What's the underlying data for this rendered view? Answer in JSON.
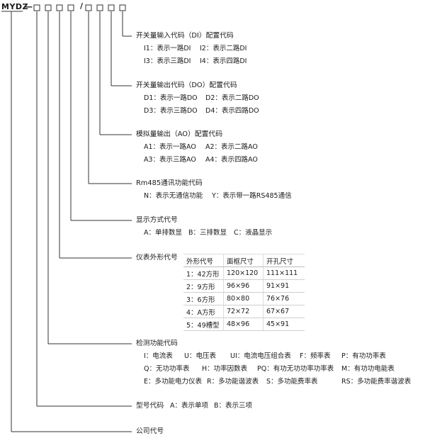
{
  "header": {
    "model": "MYDZ",
    "dash": "—",
    "slash": "/"
  },
  "sections": {
    "di": {
      "title": "开关量输入代码（DI）配置代码",
      "opts": [
        "I1：表示一路DI",
        "I2：表示二路DI",
        "I3：表示三路DI",
        "I4：表示四路DI"
      ]
    },
    "do": {
      "title": "开关量输出代码（DO）配置代码",
      "opts": [
        "D1：表示一路DO",
        "D2：表示二路DO",
        "D3：表示三路DO",
        "D4：表示四路DO"
      ]
    },
    "ao": {
      "title": "模拟量输出（AO）配置代码",
      "opts": [
        "A1：表示一路AO",
        "A2：表示二路AO",
        "A3：表示三路AO",
        "A4：表示四路AO"
      ]
    },
    "rm": {
      "title": "Rm485通讯功能代码",
      "opts": [
        "N：表示无通信功能",
        "Y：表示带一路RS485通信"
      ]
    },
    "disp": {
      "title": "显示方式代号",
      "opts": [
        "A：单排数显",
        "B：三排数显",
        "C：液晶显示"
      ]
    },
    "shape": {
      "title": "仪表外形代号",
      "headers": [
        "外形代号",
        "面框尺寸",
        "开孔尺寸"
      ],
      "rows": [
        [
          "1：42方形",
          "120×120",
          "111×111"
        ],
        [
          "2：9方形",
          "96×96",
          "91×91"
        ],
        [
          "3：6方形",
          "80×80",
          "76×76"
        ],
        [
          "4：A方形",
          "72×72",
          "67×67"
        ],
        [
          "5：49槽型",
          "48×96",
          "45×91"
        ]
      ]
    },
    "func": {
      "title": "检测功能代码",
      "opts": [
        [
          "I：电流表",
          "U：电压表",
          "UI：电流电压组合表",
          "F：频率表",
          "P：有功功率表"
        ],
        [
          "Q：无功功率表",
          "H：功率因数表",
          "PQ：有功无功功率功率表",
          "M：有功功电能表"
        ],
        [
          "E：多功能电力仪表",
          "R：多功能谐波表",
          "S：多功能费率表",
          "RS：多功能费率谐波表"
        ]
      ]
    },
    "type": {
      "title": "型号代码",
      "opts": [
        "A：表示单项",
        "B：表示三项"
      ]
    },
    "company": {
      "title": "公司代号"
    }
  }
}
